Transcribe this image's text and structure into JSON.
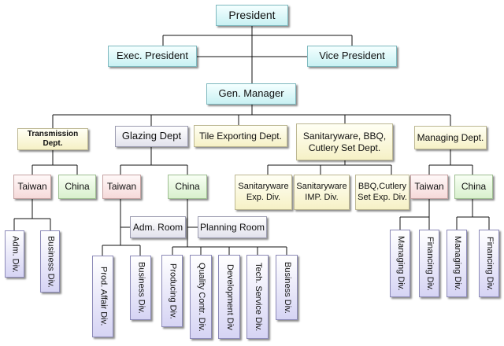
{
  "org_chart": {
    "president": "President",
    "exec_president": "Exec. President",
    "vice_president": "Vice President",
    "gen_manager": "Gen. Manager",
    "departments": {
      "transmission": "Transmission Dept.",
      "glazing": "Glazing Dept",
      "tile_exporting": "Tile Exporting Dept.",
      "sanitaryware": "Sanitaryware, BBQ, Cutlery Set Dept.",
      "managing": "Managing Dept."
    },
    "transmission_units": {
      "taiwan": "Taiwan",
      "china": "China",
      "adm_div": "Adm. Div.",
      "business_div": "Business Div."
    },
    "glazing_units": {
      "taiwan": "Taiwan",
      "china": "China",
      "adm_room": "Adm. Room",
      "planning_room": "Planning Room",
      "prod_affair_div": "Prod. Affair Div.",
      "business_div_tw": "Business Div.",
      "producing_div": "Producing Div.",
      "quality_contr_div": "Quality Contr. Div.",
      "development_div": "Development Div",
      "tech_service_div": "Tech. Service Div.",
      "business_div_cn": "Business Div."
    },
    "sanitaryware_units": {
      "exp_div": "Sanitaryware Exp. Div.",
      "imp_div": "Sanitaryware IMP. Div.",
      "bbq_div": "BBQ,Cutlery Set Exp. Div."
    },
    "managing_units": {
      "taiwan": "Taiwan",
      "china": "China",
      "tw_managing_div": "Managing Div.",
      "tw_financing_div": "Financing Div.",
      "cn_managing_div": "Managing Div.",
      "cn_financing_div": "Financing Div."
    }
  }
}
